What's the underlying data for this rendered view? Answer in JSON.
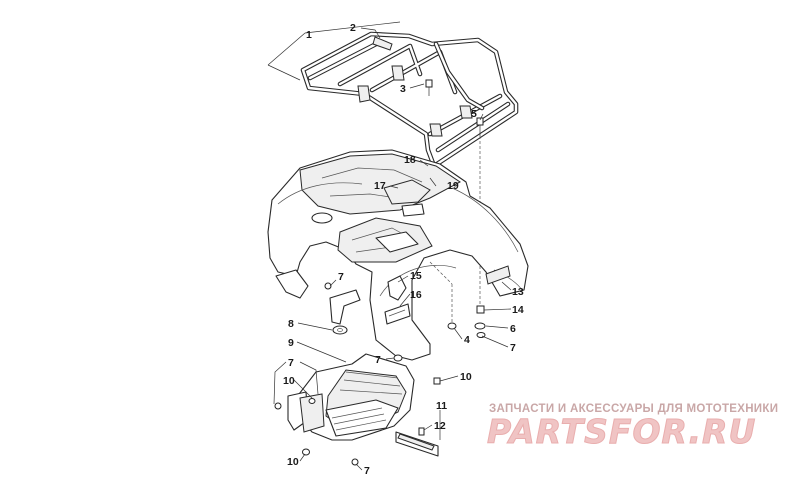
{
  "callouts": [
    {
      "id": "c1",
      "label": "1"
    },
    {
      "id": "c2",
      "label": "2"
    },
    {
      "id": "c3",
      "label": "3"
    },
    {
      "id": "c5",
      "label": "5"
    },
    {
      "id": "c18",
      "label": "18"
    },
    {
      "id": "c19",
      "label": "19"
    },
    {
      "id": "c17",
      "label": "17"
    },
    {
      "id": "c7a",
      "label": "7"
    },
    {
      "id": "c15",
      "label": "15"
    },
    {
      "id": "c16",
      "label": "16"
    },
    {
      "id": "c13",
      "label": "13"
    },
    {
      "id": "c14",
      "label": "14"
    },
    {
      "id": "c6",
      "label": "6"
    },
    {
      "id": "c7b",
      "label": "7"
    },
    {
      "id": "c8",
      "label": "8"
    },
    {
      "id": "c4",
      "label": "4"
    },
    {
      "id": "c9",
      "label": "9"
    },
    {
      "id": "c7c",
      "label": "7"
    },
    {
      "id": "c7d",
      "label": "7"
    },
    {
      "id": "c10a",
      "label": "10"
    },
    {
      "id": "c10b",
      "label": "10"
    },
    {
      "id": "c11",
      "label": "11"
    },
    {
      "id": "c12",
      "label": "12"
    },
    {
      "id": "c10c",
      "label": "10"
    },
    {
      "id": "c7e",
      "label": "7"
    }
  ],
  "watermark": {
    "subtitle": "ЗАПЧАСТИ И АКСЕССУАРЫ ДЛЯ МОТОТЕХНИКИ",
    "logo": "PARTSFOR.RU"
  }
}
